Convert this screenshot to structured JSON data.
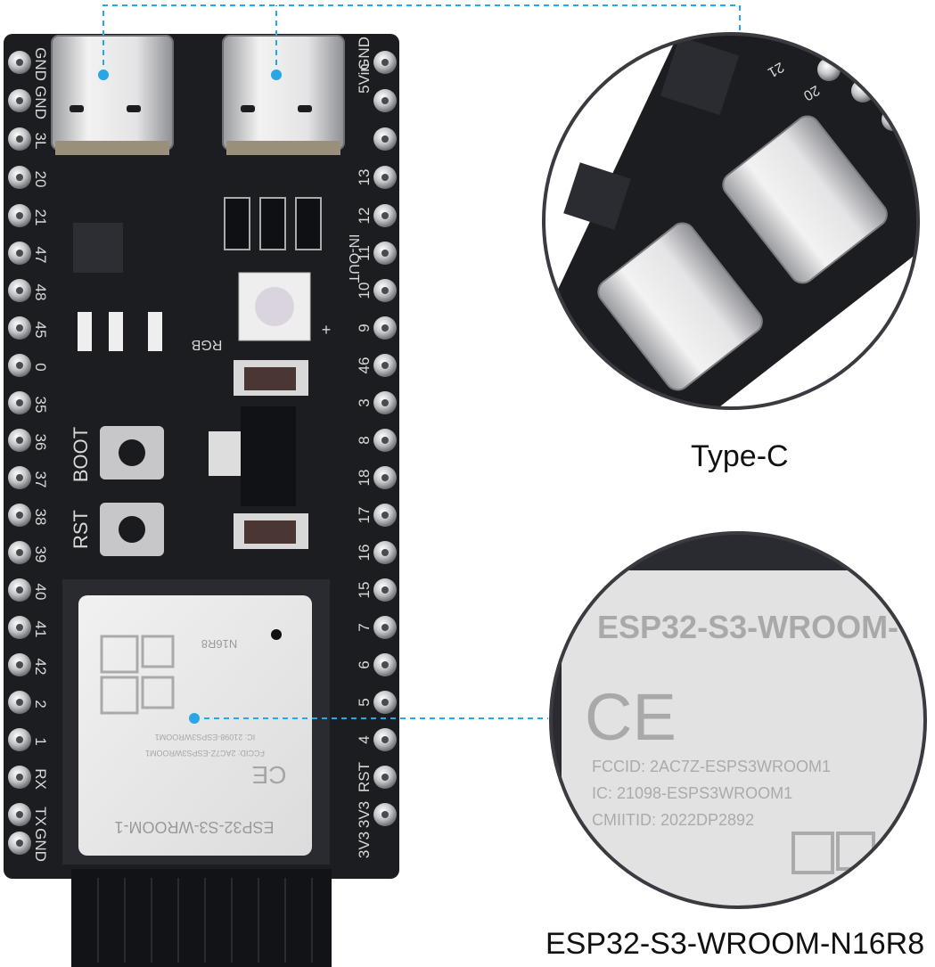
{
  "captions": {
    "type_c": "Type-C",
    "module": "ESP32-S3-WROOM-N16R8"
  },
  "board": {
    "left_pins": [
      "GND",
      "GND",
      "3L",
      "20",
      "21",
      "47",
      "48",
      "45",
      "0",
      "35",
      "36",
      "37",
      "38",
      "39",
      "40",
      "41",
      "42",
      "2",
      "1",
      "RX",
      "TX",
      "GND"
    ],
    "right_pins": [
      "5Vin",
      "GND",
      "13",
      "12",
      "11",
      "10",
      "9",
      "46",
      "3",
      "8",
      "18",
      "17",
      "16",
      "15",
      "7",
      "6",
      "5",
      "4",
      "RST",
      "3V3",
      "3V3"
    ],
    "labels": {
      "boot": "BOOT",
      "rst": "RST",
      "rgb": "RGB",
      "in_out": "IN-OUT",
      "plus": "+"
    },
    "module": {
      "name": "ESP32-S3-WROOM-1",
      "variant": "N16R8",
      "fcc": "FCCID: 2AC7Z-ESPS3WROOM1",
      "ic": "IC: 21098-ESPS3WROOM1",
      "ce": "CE"
    }
  },
  "zoom_typec": {
    "pins": [
      "21",
      "20"
    ]
  },
  "zoom_module": {
    "title": "ESP32-S3-WROOM-",
    "ce": "CE",
    "fcc": "FCCID: 2AC7Z-ESPS3WROOM1",
    "ic": "IC: 21098-ESPS3WROOM1",
    "cmiit": "CMIITID: 2022DP2892"
  },
  "colors": {
    "pcb": "#1c1d21",
    "pad": "#c9cacd",
    "module_shield": "#e6e6e6",
    "callout": "#29a6e6",
    "silkscreen": "#d8d8d8"
  }
}
